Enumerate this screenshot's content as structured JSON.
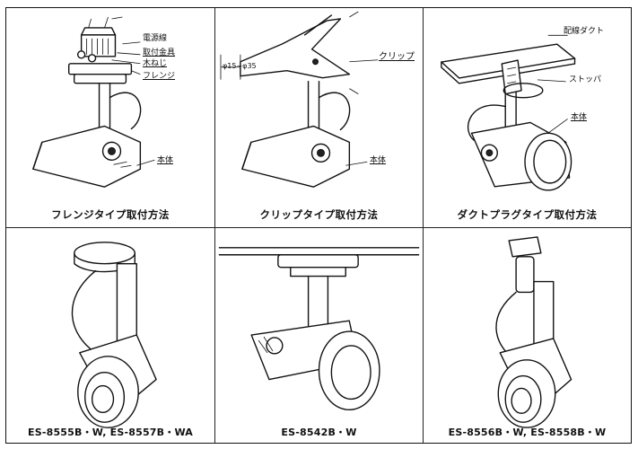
{
  "panels": {
    "flange": {
      "caption": "フレンジタイプ取付方法",
      "labels": {
        "wiring": "電源線",
        "bracket": "取付金具",
        "screw": "木ねじ",
        "flange": "フレンジ",
        "body": "本体"
      }
    },
    "clip": {
      "caption": "クリップタイプ取付方法",
      "labels": {
        "range": "φ15~φ35",
        "clip": "クリップ",
        "body": "本体"
      }
    },
    "duct": {
      "caption": "ダクトプラグタイプ取付方法",
      "labels": {
        "duct": "配線ダクト",
        "stopper": "ストッパ",
        "body": "本体"
      }
    },
    "model1": {
      "caption": "ES-8555B・W, ES-8557B・WA"
    },
    "model2": {
      "caption": "ES-8542B・W"
    },
    "model3": {
      "caption": "ES-8556B・W, ES-8558B・W"
    }
  }
}
